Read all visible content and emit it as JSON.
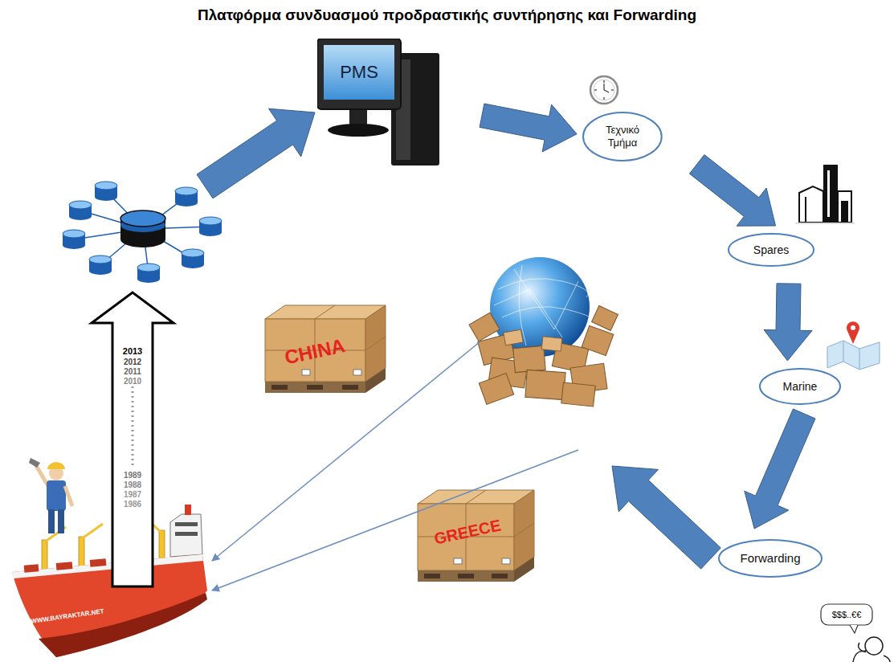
{
  "diagram": {
    "title": "Πλατφόρμα συνδυασμού προδραστικής συντήρησης και Forwarding",
    "nodes": [
      {
        "text": [
          "PMS"
        ]
      },
      {
        "text": [
          "Τεχνικό Τμήμα"
        ]
      },
      {
        "text": [
          "Spares"
        ]
      },
      {
        "text": [
          "Marine"
        ]
      },
      {
        "text": [
          "Forwarding"
        ]
      }
    ],
    "edges": [
      {
        "from": 0,
        "to": 1,
        "arrow": "to"
      },
      {
        "from": 1,
        "to": 2,
        "arrow": "to"
      },
      {
        "from": 2,
        "to": 3,
        "arrow": "to"
      },
      {
        "from": 3,
        "to": 4,
        "arrow": "to"
      }
    ],
    "labels": [
      "2013",
      "2012",
      "2011",
      "2010",
      "1989",
      "1988",
      "1987",
      "1986",
      "CHINA",
      "GREECE",
      "$$$..€€",
      "WWW.BAYRAKTAR.NET"
    ]
  }
}
